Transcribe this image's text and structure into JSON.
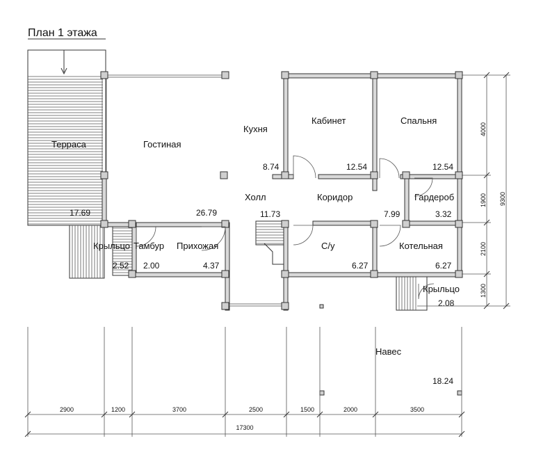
{
  "title": "План 1 этажа",
  "rooms": {
    "terrace": {
      "name": "Терраса",
      "area": "17.69"
    },
    "living": {
      "name": "Гостиная",
      "area": "26.79"
    },
    "kitchen": {
      "name": "Кухня",
      "area": "8.74"
    },
    "office": {
      "name": "Кабинет",
      "area": "12.54"
    },
    "bedroom": {
      "name": "Спальня",
      "area": "12.54"
    },
    "hall": {
      "name": "Холл",
      "area": "11.73"
    },
    "corridor": {
      "name": "Коридор",
      "area": "7.99"
    },
    "wardrobe": {
      "name": "Гардероб",
      "area": "3.32"
    },
    "porch_left": {
      "name": "Крыльцо",
      "area": "2.52"
    },
    "vestibule": {
      "name": "Тамбур",
      "area": "2.00"
    },
    "entry": {
      "name": "Прихожая",
      "area": "4.37"
    },
    "bathroom": {
      "name": "С/у",
      "area": "6.27"
    },
    "boiler": {
      "name": "Котельная",
      "area": "6.27"
    },
    "porch_right": {
      "name": "Крыльцо",
      "area": "2.08"
    },
    "canopy": {
      "name": "Навес",
      "area": "18.24"
    }
  },
  "dimensions": {
    "vertical": [
      "4000",
      "1900",
      "2100",
      "1300"
    ],
    "vertical_total": "9300",
    "horizontal": [
      "2900",
      "1200",
      "3700",
      "2500",
      "1500",
      "2000",
      "3500"
    ],
    "horizontal_total": "17300"
  }
}
